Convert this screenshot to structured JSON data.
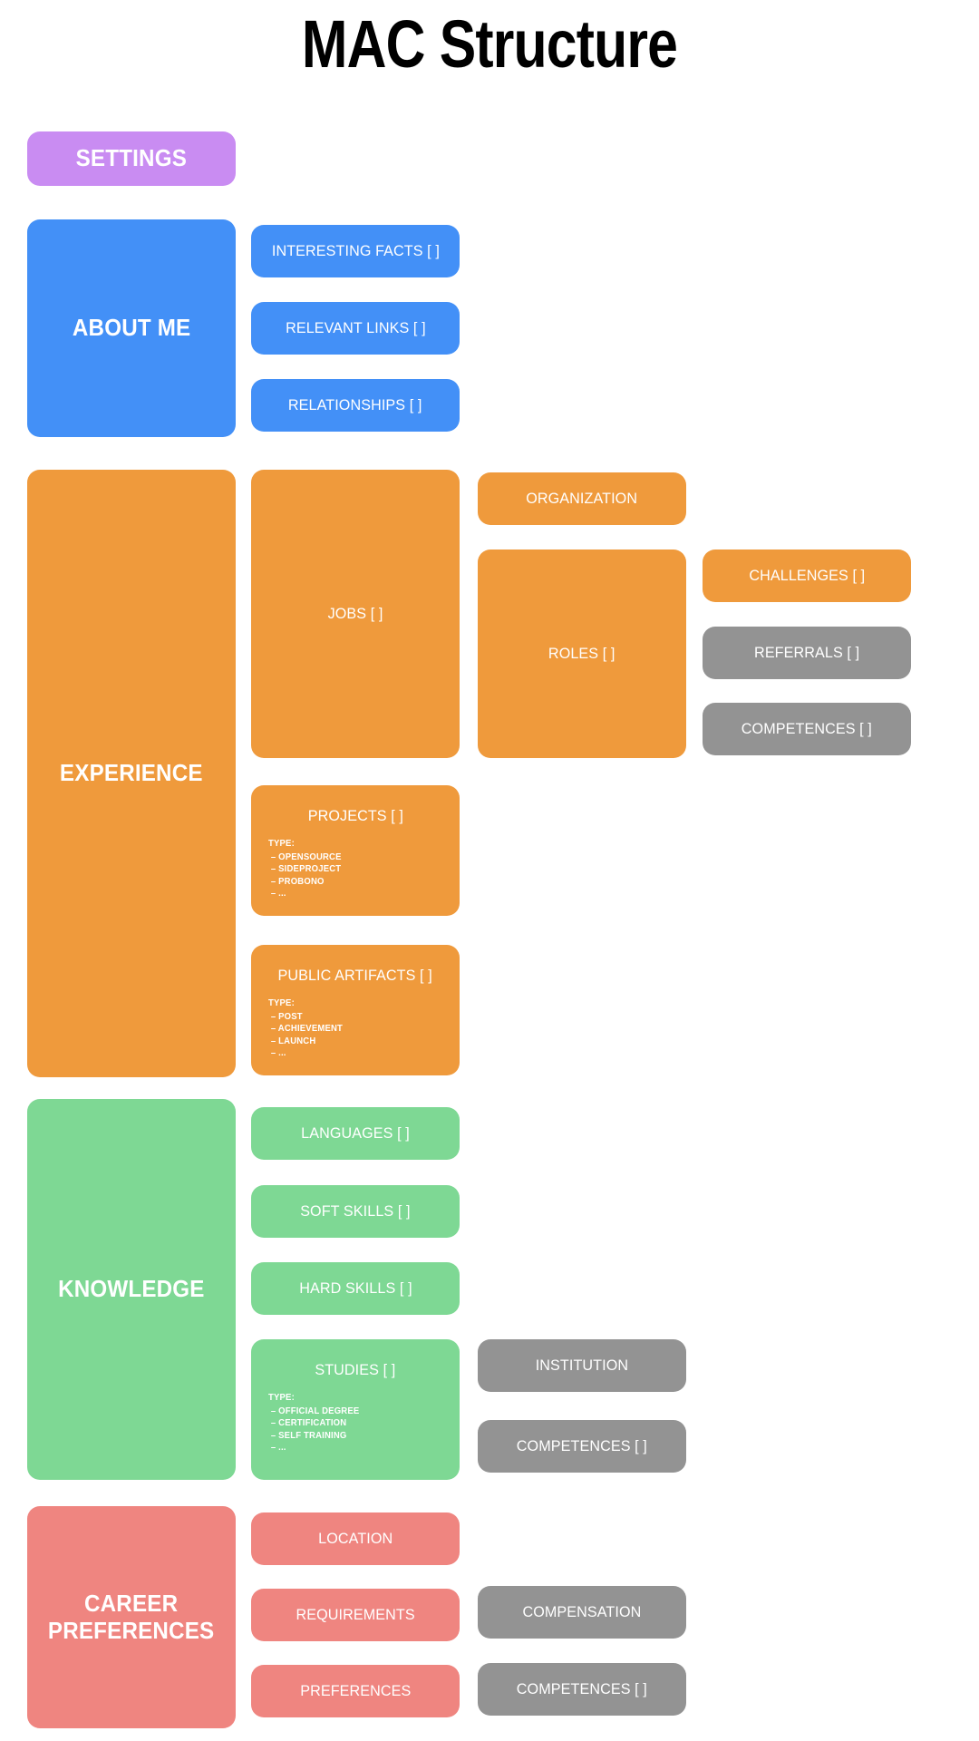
{
  "page": {
    "title": "MAC Structure",
    "background": "#ffffff"
  },
  "colors": {
    "settings_purple": "#c98cf2",
    "about_blue": "#4390f7",
    "experience_orange": "#ef9a3c",
    "knowledge_green": "#7ed894",
    "career_red": "#ef8580",
    "shared_grey": "#939393",
    "title_black": "#000000",
    "label_white": "#ffffff"
  },
  "sections": {
    "settings": {
      "label": "SETTINGS"
    },
    "about_me": {
      "label": "ABOUT ME",
      "children": [
        {
          "label": "INTERESTING FACTS [ ]"
        },
        {
          "label": "RELEVANT LINKS [ ]"
        },
        {
          "label": "RELATIONSHIPS [ ]"
        }
      ]
    },
    "experience": {
      "label": "EXPERIENCE",
      "children": [
        {
          "label": "JOBS [ ]"
        },
        {
          "label": "PROJECTS [ ]",
          "type_heading": "TYPE:",
          "type_items": [
            "–  OPENSOURCE",
            "–  SIDEPROJECT",
            "–  PROBONO",
            "–  ..."
          ]
        },
        {
          "label": "PUBLIC ARTIFACTS [ ]",
          "type_heading": "TYPE:",
          "type_items": [
            "–  POST",
            "–  ACHIEVEMENT",
            "–  LAUNCH",
            "–  ..."
          ]
        }
      ],
      "grandchildren": [
        {
          "label": "ORGANIZATION"
        },
        {
          "label": "ROLES [ ]"
        }
      ],
      "great_grandchildren": [
        {
          "label": "CHALLENGES [ ]",
          "color": "orange"
        },
        {
          "label": "REFERRALS [ ]",
          "color": "grey"
        },
        {
          "label": "COMPETENCES [ ]",
          "color": "grey"
        }
      ]
    },
    "knowledge": {
      "label": "KNOWLEDGE",
      "children": [
        {
          "label": "LANGUAGES [ ]"
        },
        {
          "label": "SOFT SKILLS [ ]"
        },
        {
          "label": "HARD SKILLS [ ]"
        },
        {
          "label": "STUDIES [ ]",
          "type_heading": "TYPE:",
          "type_items": [
            "–  OFFICIAL DEGREE",
            "–  CERTIFICATION",
            "–  SELF TRAINING",
            "–  ..."
          ]
        }
      ],
      "grandchildren": [
        {
          "label": "INSTITUTION",
          "color": "grey"
        },
        {
          "label": "COMPETENCES [ ]",
          "color": "grey"
        }
      ]
    },
    "career_preferences": {
      "label": "CAREER PREFERENCES",
      "label_line1": "CAREER",
      "label_line2": "PREFERENCES",
      "children": [
        {
          "label": "LOCATION"
        },
        {
          "label": "REQUIREMENTS"
        },
        {
          "label": "PREFERENCES"
        }
      ],
      "grandchildren": [
        {
          "label": "COMPENSATION",
          "color": "grey"
        },
        {
          "label": "COMPETENCES [ ]",
          "color": "grey"
        }
      ]
    }
  }
}
